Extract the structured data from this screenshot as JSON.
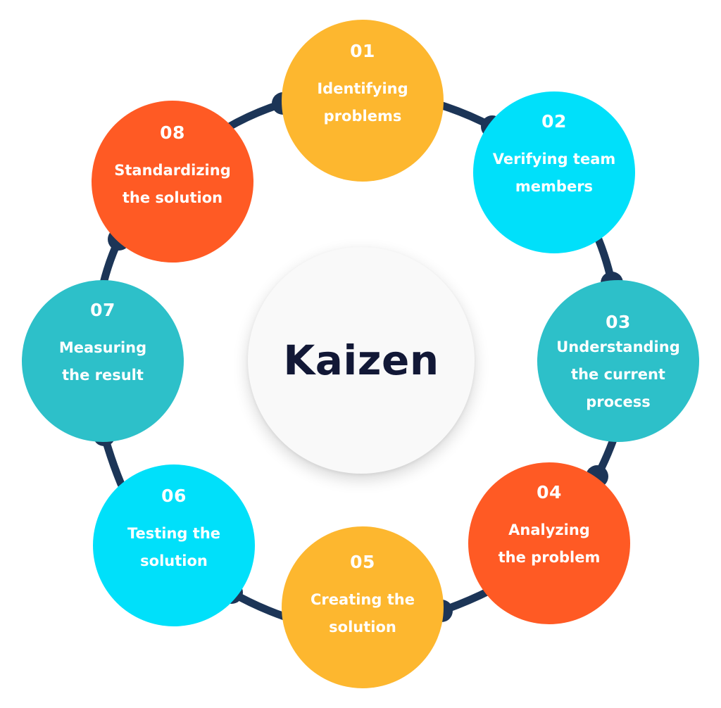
{
  "diagram": {
    "center_title": "Kaizen",
    "colors": {
      "yellow": "#FDB72F",
      "cyan": "#00E0FA",
      "teal": "#2DC0C9",
      "orange": "#FF5A24",
      "connector": "#1C3557",
      "center_bg": "#F9F9F9",
      "center_text": "#121836"
    },
    "steps": [
      {
        "number": "01",
        "label_lines": [
          "Identifying",
          "problems"
        ],
        "color": "#FDB72F"
      },
      {
        "number": "02",
        "label_lines": [
          "Verifying team",
          "members"
        ],
        "color": "#00E0FA"
      },
      {
        "number": "03",
        "label_lines": [
          "Understanding",
          "the current",
          "process"
        ],
        "color": "#2DC0C9"
      },
      {
        "number": "04",
        "label_lines": [
          "Analyzing",
          "the problem"
        ],
        "color": "#FF5A24"
      },
      {
        "number": "05",
        "label_lines": [
          "Creating the",
          "solution"
        ],
        "color": "#FDB72F"
      },
      {
        "number": "06",
        "label_lines": [
          "Testing the",
          "solution"
        ],
        "color": "#00E0FA"
      },
      {
        "number": "07",
        "label_lines": [
          "Measuring",
          "the result"
        ],
        "color": "#2DC0C9"
      },
      {
        "number": "08",
        "label_lines": [
          "Standardizing",
          "the solution"
        ],
        "color": "#FF5A24"
      }
    ]
  }
}
